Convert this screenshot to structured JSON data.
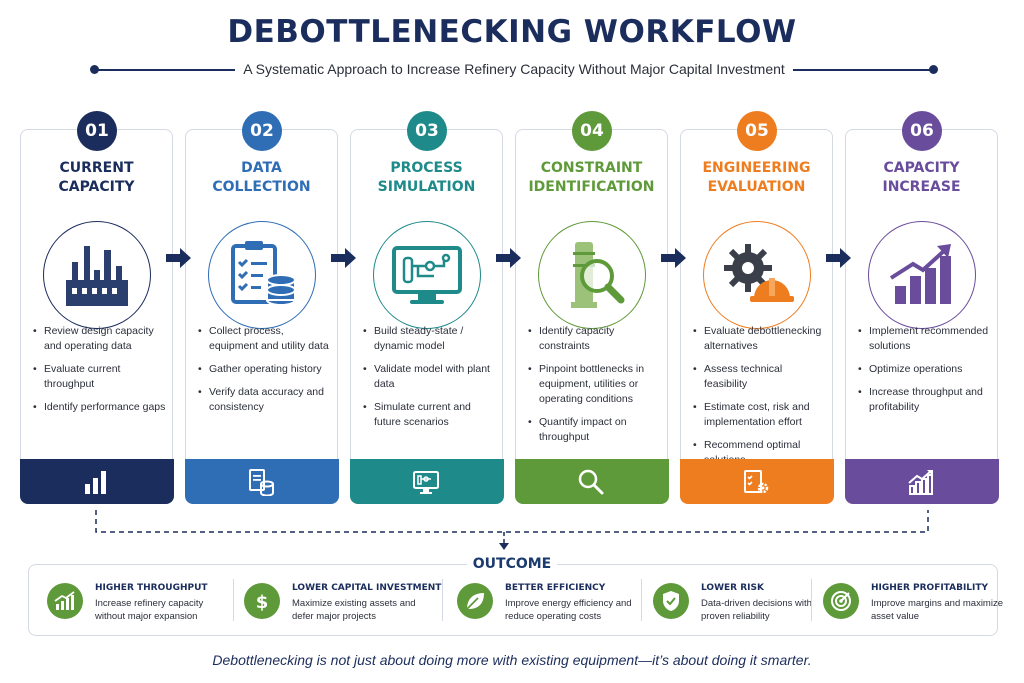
{
  "title": "DEBOTTLENECKING WORKFLOW",
  "subtitle": "A Systematic Approach to Increase Refinery Capacity Without Major Capital Investment",
  "steps": [
    {
      "number": "01",
      "title": "Current\nCapacity",
      "color": "#1b2d5c",
      "icon": "refinery-icon",
      "footer_icon": "bar-chart-icon",
      "bullets": [
        "Review design capacity and operating data",
        "Evaluate current throughput",
        "Identify performance gaps"
      ]
    },
    {
      "number": "02",
      "title": "Data\nCollection",
      "color": "#2f6db5",
      "icon": "clipboard-database-icon",
      "footer_icon": "document-database-icon",
      "bullets": [
        "Collect process, equipment and utility data",
        "Gather operating history",
        "Verify data accuracy and consistency"
      ]
    },
    {
      "number": "03",
      "title": "Process\nSimulation",
      "color": "#1f8a8a",
      "icon": "monitor-flowsheet-icon",
      "footer_icon": "monitor-icon",
      "bullets": [
        "Build steady-state / dynamic model",
        "Validate model with plant data",
        "Simulate current and future scenarios"
      ]
    },
    {
      "number": "04",
      "title": "Constraint\nIdentification",
      "color": "#5f9a3a",
      "icon": "column-magnifier-icon",
      "footer_icon": "magnifier-icon",
      "bullets": [
        "Identify capacity constraints",
        "Pinpoint bottlenecks in equipment, utilities or operating conditions",
        "Quantify impact on throughput"
      ]
    },
    {
      "number": "05",
      "title": "Engineering\nEvaluation",
      "color": "#ee7d1f",
      "icon": "gear-hardhat-icon",
      "footer_icon": "checklist-gear-icon",
      "bullets": [
        "Evaluate debottlenecking alternatives",
        "Assess technical feasibility",
        "Estimate cost, risk and implementation effort",
        "Recommend optimal solutions"
      ]
    },
    {
      "number": "06",
      "title": "Capacity\nIncrease",
      "color": "#6a4c9c",
      "icon": "growth-chart-icon",
      "footer_icon": "growth-chart-icon",
      "bullets": [
        "Implement recommended solutions",
        "Optimize operations",
        "Increase throughput and profitability"
      ]
    }
  ],
  "outcome": {
    "label": "OUTCOME",
    "items": [
      {
        "title": "HIGHER THROUGHPUT",
        "desc": "Increase refinery capacity without major expansion",
        "icon": "growth-chart-icon",
        "color": "#5f9a3a"
      },
      {
        "title": "LOWER CAPITAL INVESTMENT",
        "desc": "Maximize existing assets and defer major projects",
        "icon": "dollar-icon",
        "color": "#5f9a3a"
      },
      {
        "title": "BETTER EFFICIENCY",
        "desc": "Improve energy efficiency and reduce operating costs",
        "icon": "leaf-icon",
        "color": "#5f9a3a"
      },
      {
        "title": "LOWER RISK",
        "desc": "Data-driven decisions with proven reliability",
        "icon": "shield-check-icon",
        "color": "#5f9a3a"
      },
      {
        "title": "HIGHER PROFITABILITY",
        "desc": "Improve margins and maximize asset value",
        "icon": "target-icon",
        "color": "#5f9a3a"
      }
    ]
  },
  "tagline": "Debottlenecking is not just about doing more with existing equipment—it’s about doing it smarter."
}
